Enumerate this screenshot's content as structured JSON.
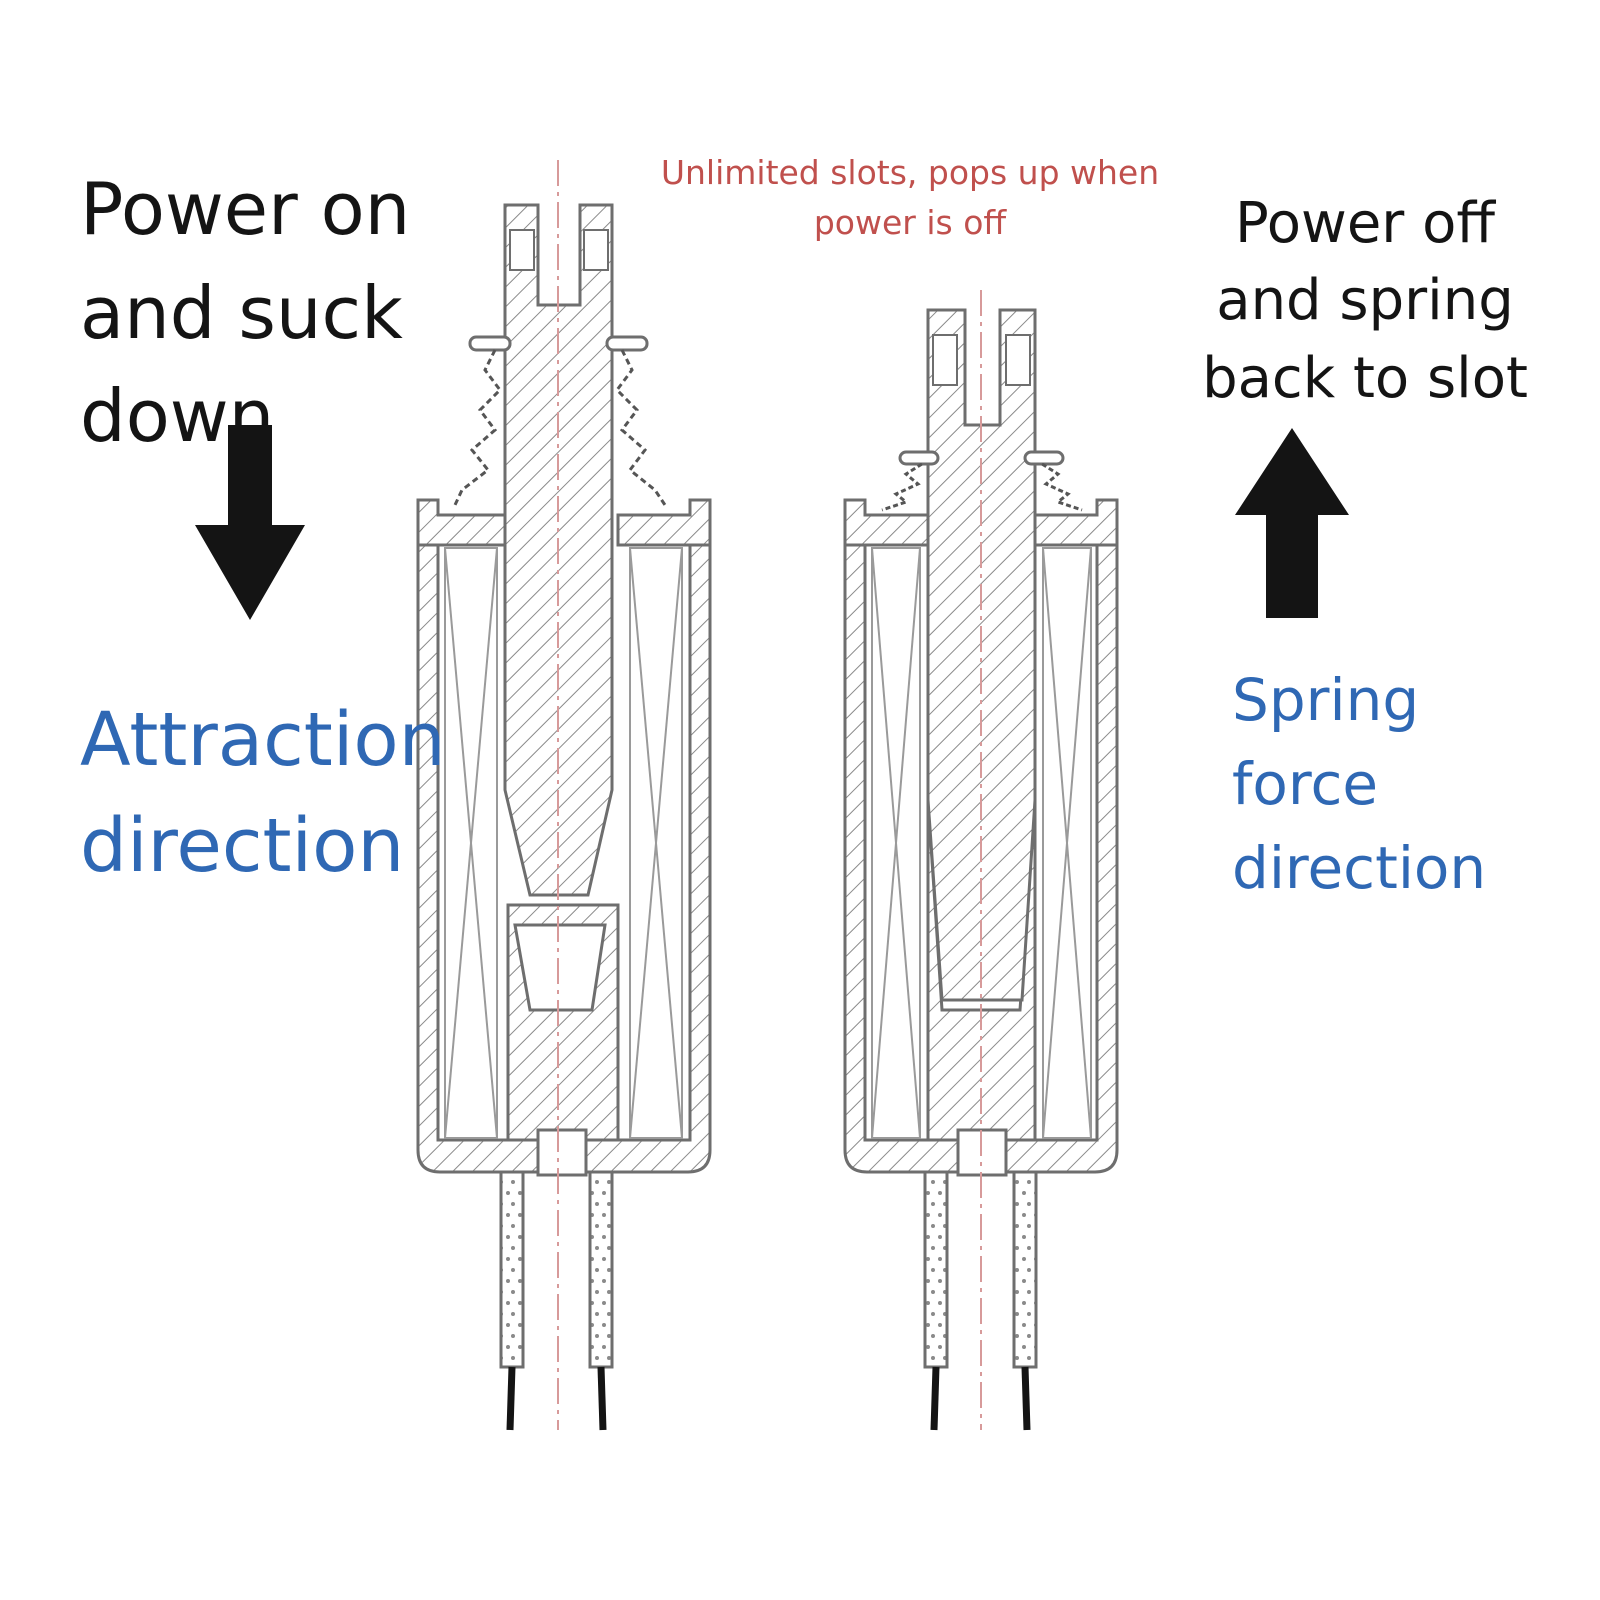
{
  "labels": {
    "power_on": "Power on and suck down",
    "attraction_direction": "Attraction direction",
    "caption": "Unlimited slots, pops up when power is off",
    "power_off": "Power off and spring back to slot",
    "spring_direction": "Spring force direction"
  },
  "arrows": {
    "attraction": "down-arrow",
    "spring": "up-arrow"
  },
  "colors": {
    "ink": "#141414",
    "blue_text": "#2f68b4",
    "caption_red": "#c0504d",
    "hatch": "#8a8a8a",
    "outline": "#6e6e6e",
    "centerline": "#d79a9a"
  }
}
